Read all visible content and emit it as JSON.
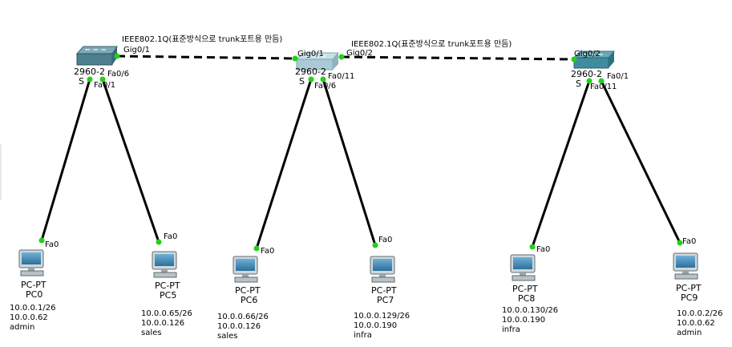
{
  "trunk_labels": {
    "left": "IEEE802.1Q(표준방식으로 trunk포트용 만듬)",
    "right": "IEEE802.1Q(표준방식으로 trunk포트용 만듬)"
  },
  "switches": {
    "sw_left": {
      "model": "2960-2",
      "name": "S",
      "ports": {
        "gig": "Gig0/1",
        "fa6": "Fa0/6",
        "fa1": "Fa0/1"
      }
    },
    "sw_center": {
      "model": "2960-2",
      "name": "S",
      "ports": {
        "gig1": "Gig0/1",
        "gig2": "Gig0/2",
        "fa11": "Fa0/11",
        "fa6": "Fa0/6"
      }
    },
    "sw_right": {
      "model": "2960-2",
      "name": "S",
      "ports": {
        "gig": "Gig0/2",
        "fa1": "Fa0/1",
        "fa11": "Fa0/11"
      }
    }
  },
  "pcs": [
    {
      "type": "PC-PT",
      "name": "PC0",
      "port": "Fa0",
      "ip": "10.0.0.1/26",
      "gw": "10.0.0.62",
      "vlan": "admin"
    },
    {
      "type": "PC-PT",
      "name": "PC5",
      "port": "Fa0",
      "ip": "10.0.0.65/26",
      "gw": "10.0.0.126",
      "vlan": "sales"
    },
    {
      "type": "PC-PT",
      "name": "PC6",
      "port": "Fa0",
      "ip": "10.0.0.66/26",
      "gw": "10.0.0.126",
      "vlan": "sales"
    },
    {
      "type": "PC-PT",
      "name": "PC7",
      "port": "Fa0",
      "ip": "10.0.0.129/26",
      "gw": "10.0.0.190",
      "vlan": "infra"
    },
    {
      "type": "PC-PT",
      "name": "PC8",
      "port": "Fa0",
      "ip": "10.0.0.130/26",
      "gw": "10.0.0.190",
      "vlan": "infra"
    },
    {
      "type": "PC-PT",
      "name": "PC9",
      "port": "Fa0",
      "ip": "10.0.0.2/26",
      "gw": "10.0.0.62",
      "vlan": "admin"
    }
  ],
  "colors": {
    "link": "#000000",
    "port_up": "#22d01a",
    "switch_left": "#4d7f8f",
    "switch_center": "#a9cad6",
    "switch_right": "#3f8c9e"
  }
}
